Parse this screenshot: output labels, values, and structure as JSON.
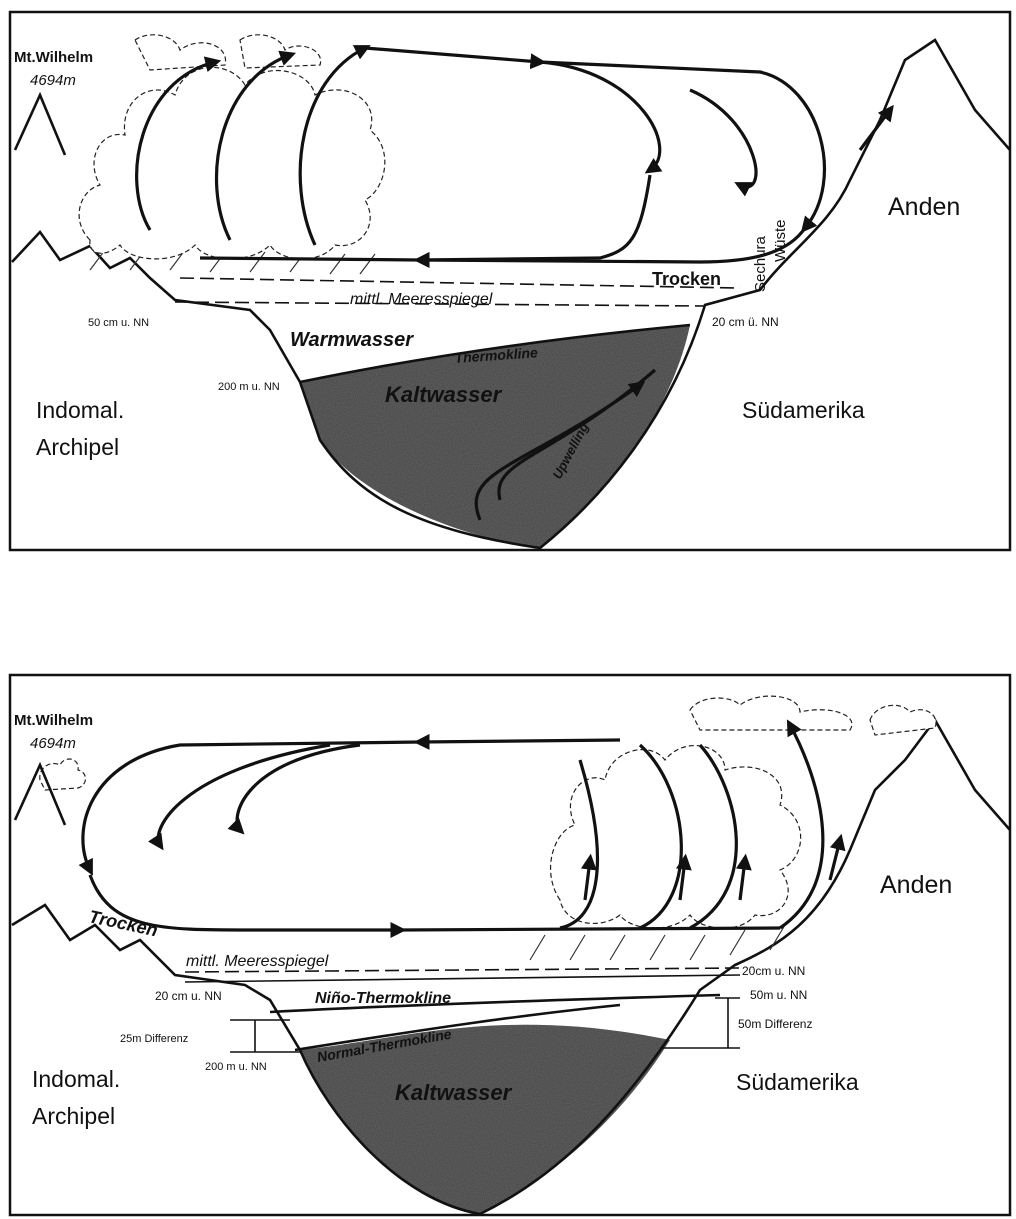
{
  "colors": {
    "ink": "#111111",
    "cold_water": "#3a3a3a",
    "paper": "#ffffff"
  },
  "panels": [
    {
      "mountain_label": "Mt.Wilhelm",
      "mountain_height": "4694m",
      "left_sea_level": "50 cm u. NN",
      "right_sea_level": "20 cm ü. NN",
      "sea_level_label": "mittl. Meeresspiegel",
      "warm_water": "Warmwasser",
      "thermocline": "Thermokline",
      "depth_label": "200 m u. NN",
      "cold_water": "Kaltwasser",
      "upwelling": "Upwelling",
      "dry_label": "Trocken",
      "desert_1": "Sechura",
      "desert_2": "Wüste",
      "andes": "Anden",
      "left_region_1": "Indomal.",
      "left_region_2": "Archipel",
      "right_region": "Südamerika"
    },
    {
      "mountain_label": "Mt.Wilhelm",
      "mountain_height": "4694m",
      "dry_label": "Trocken",
      "sea_level_label": "mittl. Meeresspiegel",
      "left_sea_level": "20 cm u. NN",
      "right_sea_level": "20cm u. NN",
      "nino_thermocline": "Niño-Thermokline",
      "right_depth": "50m u. NN",
      "left_diff": "25m Differenz",
      "right_diff": "50m Differenz",
      "depth_label": "200 m u. NN",
      "normal_thermocline": "Normal-Thermokline",
      "cold_water": "Kaltwasser",
      "andes": "Anden",
      "left_region_1": "Indomal.",
      "left_region_2": "Archipel",
      "right_region": "Südamerika"
    }
  ]
}
